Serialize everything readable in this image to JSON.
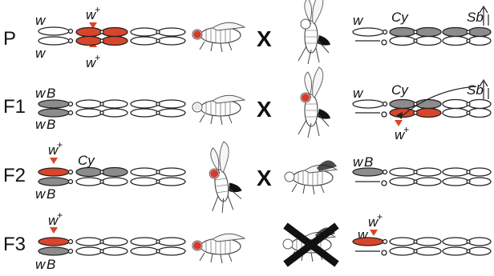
{
  "generations": [
    "P",
    "F1",
    "F2",
    "F3"
  ],
  "cross_symbol": "X",
  "alleles": {
    "white": "w",
    "white_plus_base": "w",
    "plus_superscript": "+",
    "curly": "Cy",
    "stubble": "Sb",
    "bar": "B"
  },
  "colors": {
    "transgene_red": "#d9452b",
    "balancer_gray": "#8c8c8c",
    "eye_red": "#d43b2a",
    "chromosome_outline": "#222222"
  },
  "icons": [
    "fly-icon",
    "fly-icon-crossed-out",
    "insertion-triangle-icon",
    "arrow-icon"
  ]
}
